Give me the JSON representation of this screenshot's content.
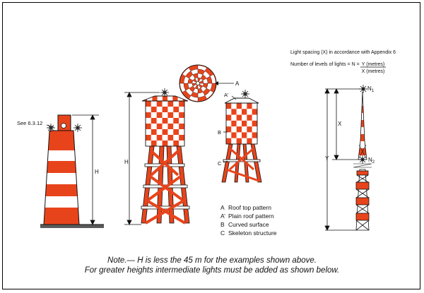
{
  "colors": {
    "orange": "#e8441c",
    "white": "#ffffff",
    "ink": "#111111"
  },
  "labels": {
    "see": "See 6.3.12",
    "h_left": "H",
    "h_mid": "H",
    "a": "A",
    "a_prime": "A’",
    "b": "B",
    "c": "C",
    "x": "X",
    "y": "Y",
    "n1_main": "N",
    "n1_sub": "1",
    "n2_main": "N",
    "n2_sub": "2"
  },
  "legend": [
    {
      "key": "A",
      "text": "Roof top pattern"
    },
    {
      "key": "A’",
      "text": "Plain roof pattern"
    },
    {
      "key": "B",
      "text": "Curved surface"
    },
    {
      "key": "C",
      "text": "Skeleton structure"
    }
  ],
  "spacing": {
    "line1": "Light spacing (X) in accordance with Appendix 6",
    "line2_prefix": "Number of levels of lights = N =",
    "numerator": "Y (metres)",
    "denominator": "X (metres)"
  },
  "note": {
    "line1": "Note.— H is less the 45 m for the examples shown above.",
    "line2": "For greater heights intermediate lights must be added as shown below."
  }
}
